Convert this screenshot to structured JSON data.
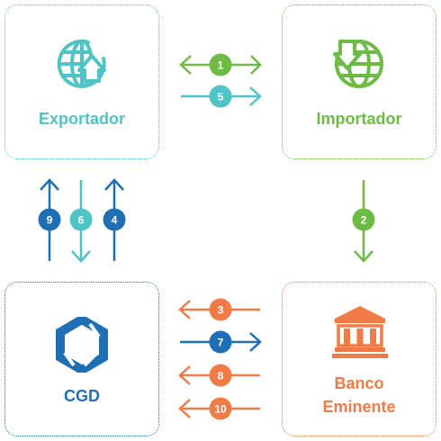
{
  "nodes": {
    "exporter": {
      "label": "Exportador",
      "icon": "globe-upload-icon",
      "color": "#4fc3c6"
    },
    "importer": {
      "label": "Importador",
      "icon": "globe-download-icon",
      "color": "#6dbb45"
    },
    "cgd": {
      "label": "CGD",
      "icon": "cgd-logo-icon",
      "color": "#1f6fb5"
    },
    "bank": {
      "label_line1": "Banco",
      "label_line2": "Eminente",
      "icon": "bank-building-icon",
      "color": "#f07b46"
    }
  },
  "steps": [
    {
      "number": "1",
      "from": "importer",
      "to": "exporter",
      "color": "#6dbb45"
    },
    {
      "number": "2",
      "from": "importer",
      "to": "bank",
      "color": "#6dbb45"
    },
    {
      "number": "3",
      "from": "bank",
      "to": "cgd",
      "color": "#f07b46"
    },
    {
      "number": "4",
      "from": "cgd",
      "to": "exporter",
      "color": "#1f6fb5"
    },
    {
      "number": "5",
      "from": "exporter",
      "to": "importer",
      "color": "#4fc3c6"
    },
    {
      "number": "6",
      "from": "exporter",
      "to": "cgd",
      "color": "#4fc3c6"
    },
    {
      "number": "7",
      "from": "cgd",
      "to": "bank",
      "color": "#1f6fb5"
    },
    {
      "number": "8",
      "from": "bank",
      "to": "cgd",
      "color": "#f07b46"
    },
    {
      "number": "9",
      "from": "cgd",
      "to": "exporter",
      "color": "#1f6fb5"
    },
    {
      "number": "10",
      "from": "bank",
      "to": "cgd",
      "color": "#f07b46"
    }
  ]
}
